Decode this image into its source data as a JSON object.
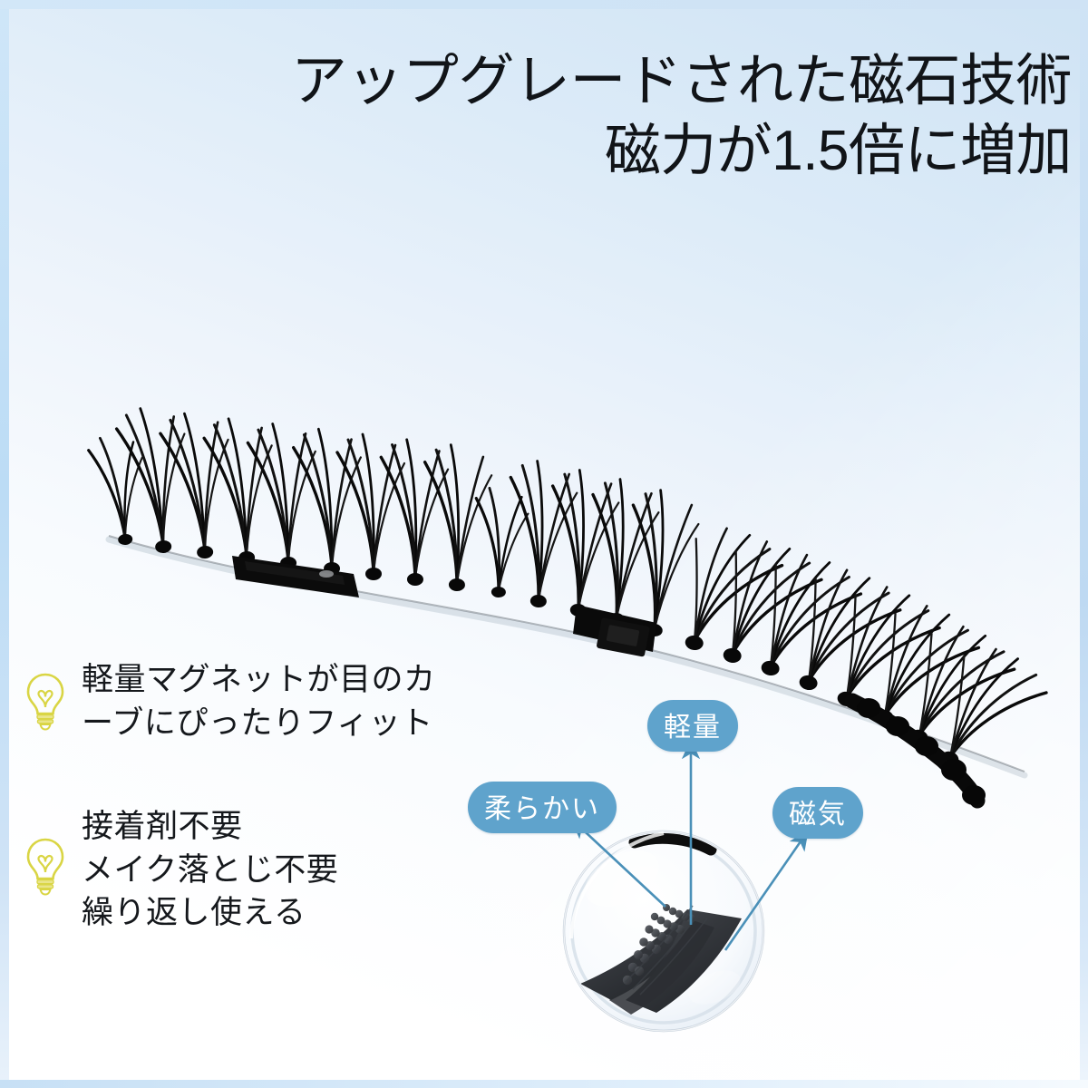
{
  "headline": {
    "line1": "アップグレードされた磁石技術",
    "line2": "磁力が1.5倍に増加"
  },
  "bullets": [
    {
      "icon": "lightbulb-icon",
      "lines": [
        "軽量マグネットが目のカ",
        "ーブにぴったりフィット"
      ]
    },
    {
      "icon": "lightbulb-icon",
      "lines": [
        "接着剤不要",
        "メイク落とじ不要",
        "繰り返し使える"
      ]
    }
  ],
  "callouts": [
    {
      "id": "light",
      "label": "軽量",
      "points_to": "magnifier-top"
    },
    {
      "id": "soft",
      "label": "柔らかい",
      "points_to": "magnifier-left"
    },
    {
      "id": "mag",
      "label": "磁気",
      "points_to": "magnifier-right"
    }
  ],
  "imagery": {
    "photo": "magnetic-false-eyelash-strip",
    "magnifier": "magnet-closeup-magnifier"
  },
  "colors": {
    "badge_blue": "#5fa3cc",
    "arrow_blue": "#4a90b8",
    "bulb_yellow": "#d6d24a",
    "text_dark": "#15181c",
    "bg_blue": "#cfe3f4",
    "bg_white": "#ffffff"
  }
}
